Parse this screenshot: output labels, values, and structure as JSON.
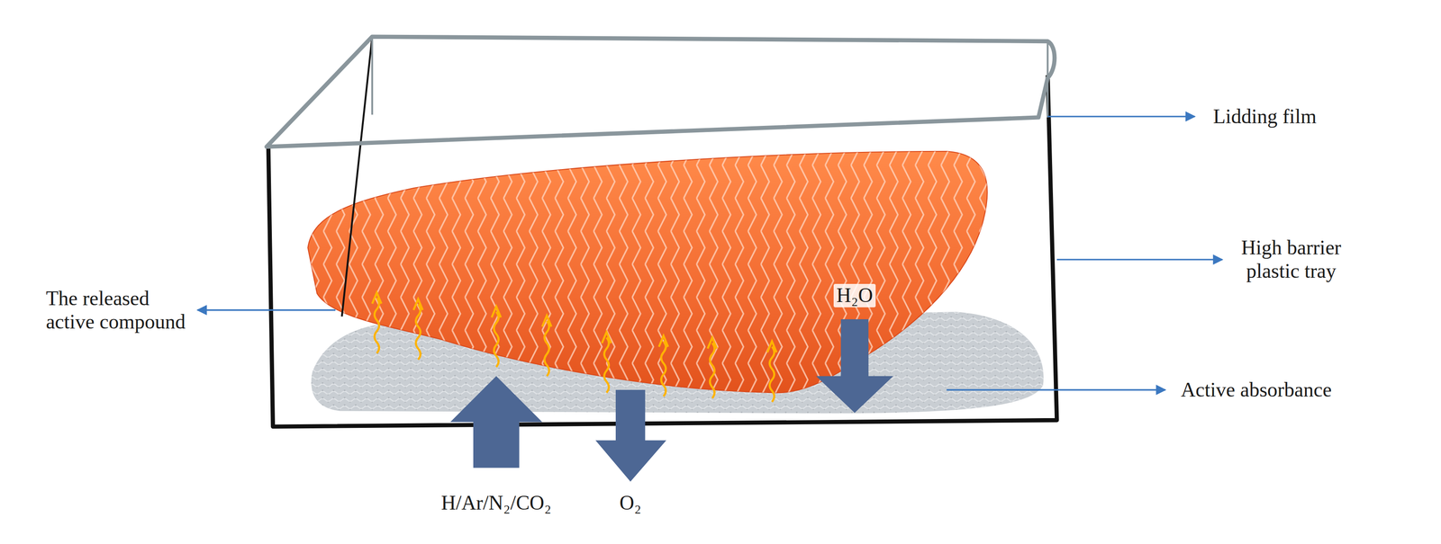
{
  "diagram": {
    "labels": [
      "Lidding film",
      "High barrier plastic tray",
      "The released active compound",
      "Active absorbance",
      "H₂O",
      "H/Ar/N₂/CO₂",
      "O₂"
    ]
  }
}
